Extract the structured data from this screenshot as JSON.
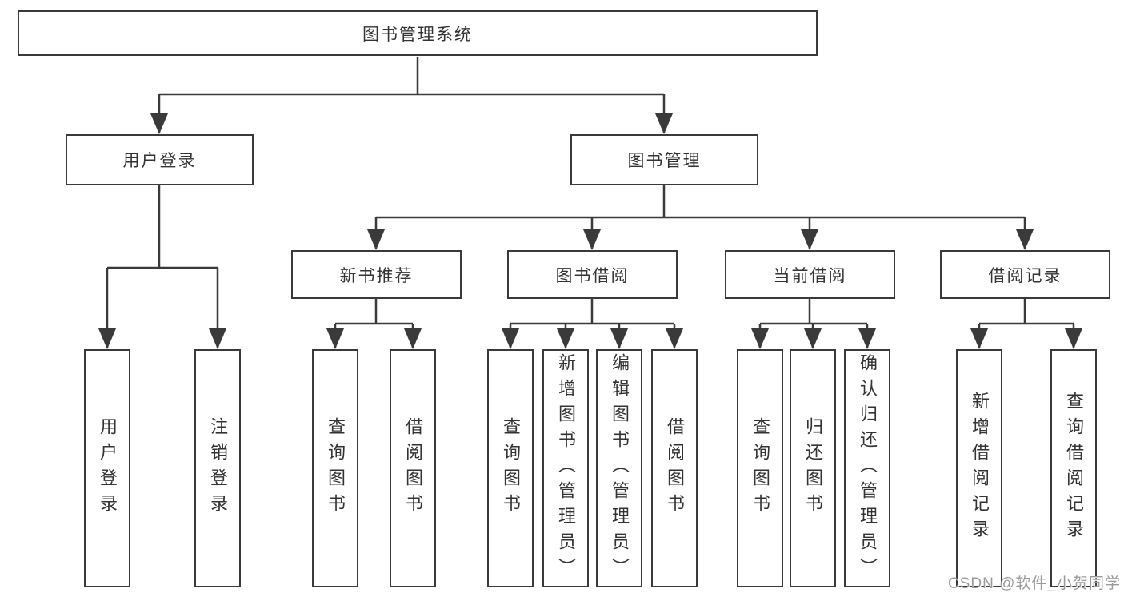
{
  "nodes": {
    "root": "图书管理系统",
    "user_login": "用户登录",
    "book_mgmt": "图书管理",
    "new_book_rec": "新书推荐",
    "book_borrow": "图书借阅",
    "current_borrow": "当前借阅",
    "borrow_record": "借阅记录",
    "leaf_user_login": "用户登录",
    "leaf_logout": "注销登录",
    "leaf_query_book_1": "查询图书",
    "leaf_borrow_book_1": "借阅图书",
    "leaf_query_book_2": "查询图书",
    "leaf_add_book": "新增图书（管理员）",
    "leaf_edit_book": "编辑图书（管理员）",
    "leaf_borrow_book_2": "借阅图书",
    "leaf_query_book_3": "查询图书",
    "leaf_return_book": "归还图书",
    "leaf_confirm_return": "确认归还（管理员）",
    "leaf_add_record": "新增借阅记录",
    "leaf_query_record": "查询借阅记录"
  },
  "watermark": "CSDN @软件_小贺同学",
  "colors": {
    "line": "#3a3a3a",
    "box_border": "#3a3a3a",
    "text": "#333333",
    "watermark": "#9b9b9b",
    "background": "#ffffff"
  }
}
